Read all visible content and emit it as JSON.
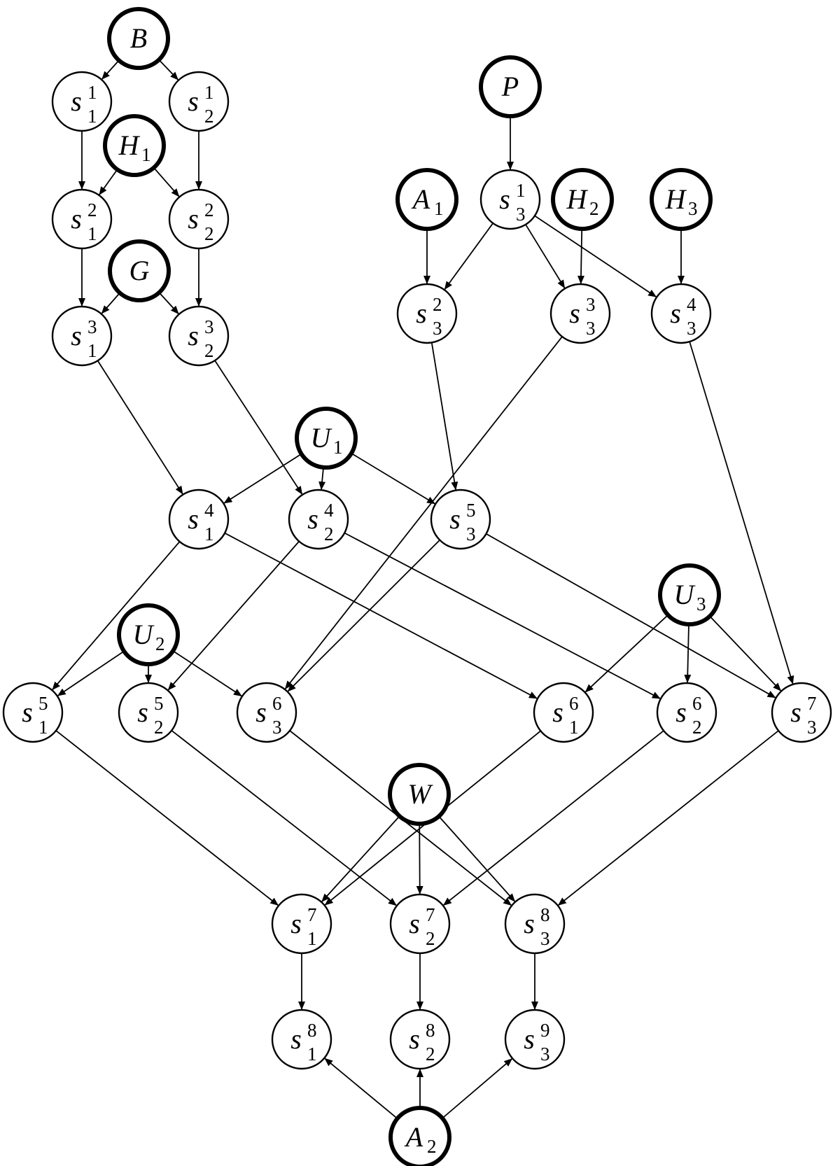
{
  "diagram": {
    "nodes": [
      {
        "id": "B",
        "base": "B",
        "sub": "",
        "sup": "",
        "kind": "input"
      },
      {
        "id": "H1",
        "base": "H",
        "sub": "1",
        "sup": "",
        "kind": "input"
      },
      {
        "id": "G",
        "base": "G",
        "sub": "",
        "sup": "",
        "kind": "input"
      },
      {
        "id": "P",
        "base": "P",
        "sub": "",
        "sup": "",
        "kind": "input"
      },
      {
        "id": "A1",
        "base": "A",
        "sub": "1",
        "sup": "",
        "kind": "input"
      },
      {
        "id": "H2",
        "base": "H",
        "sub": "2",
        "sup": "",
        "kind": "input"
      },
      {
        "id": "H3",
        "base": "H",
        "sub": "3",
        "sup": "",
        "kind": "input"
      },
      {
        "id": "U1",
        "base": "U",
        "sub": "1",
        "sup": "",
        "kind": "input"
      },
      {
        "id": "U2",
        "base": "U",
        "sub": "2",
        "sup": "",
        "kind": "input"
      },
      {
        "id": "U3",
        "base": "U",
        "sub": "3",
        "sup": "",
        "kind": "input"
      },
      {
        "id": "W",
        "base": "W",
        "sub": "",
        "sup": "",
        "kind": "input"
      },
      {
        "id": "A2",
        "base": "A",
        "sub": "2",
        "sup": "",
        "kind": "input"
      },
      {
        "id": "s1_1",
        "base": "s",
        "sub": "1",
        "sup": "1",
        "kind": "state"
      },
      {
        "id": "s2_1",
        "base": "s",
        "sub": "2",
        "sup": "1",
        "kind": "state"
      },
      {
        "id": "s1_2",
        "base": "s",
        "sub": "1",
        "sup": "2",
        "kind": "state"
      },
      {
        "id": "s2_2",
        "base": "s",
        "sub": "2",
        "sup": "2",
        "kind": "state"
      },
      {
        "id": "s1_3",
        "base": "s",
        "sub": "1",
        "sup": "3",
        "kind": "state"
      },
      {
        "id": "s2_3",
        "base": "s",
        "sub": "2",
        "sup": "3",
        "kind": "state"
      },
      {
        "id": "s3_1",
        "base": "s",
        "sub": "3",
        "sup": "1",
        "kind": "state"
      },
      {
        "id": "s3_2",
        "base": "s",
        "sub": "3",
        "sup": "2",
        "kind": "state"
      },
      {
        "id": "s3_3",
        "base": "s",
        "sub": "3",
        "sup": "3",
        "kind": "state"
      },
      {
        "id": "s3_4",
        "base": "s",
        "sub": "3",
        "sup": "4",
        "kind": "state"
      },
      {
        "id": "s1_4",
        "base": "s",
        "sub": "1",
        "sup": "4",
        "kind": "state"
      },
      {
        "id": "s2_4",
        "base": "s",
        "sub": "2",
        "sup": "4",
        "kind": "state"
      },
      {
        "id": "s3_5",
        "base": "s",
        "sub": "3",
        "sup": "5",
        "kind": "state"
      },
      {
        "id": "s1_5",
        "base": "s",
        "sub": "1",
        "sup": "5",
        "kind": "state"
      },
      {
        "id": "s2_5",
        "base": "s",
        "sub": "2",
        "sup": "5",
        "kind": "state"
      },
      {
        "id": "s3_6",
        "base": "s",
        "sub": "3",
        "sup": "6",
        "kind": "state"
      },
      {
        "id": "s1_6",
        "base": "s",
        "sub": "1",
        "sup": "6",
        "kind": "state"
      },
      {
        "id": "s2_6",
        "base": "s",
        "sub": "2",
        "sup": "6",
        "kind": "state"
      },
      {
        "id": "s3_7",
        "base": "s",
        "sub": "3",
        "sup": "7",
        "kind": "state"
      },
      {
        "id": "s1_7",
        "base": "s",
        "sub": "1",
        "sup": "7",
        "kind": "state"
      },
      {
        "id": "s2_7",
        "base": "s",
        "sub": "2",
        "sup": "7",
        "kind": "state"
      },
      {
        "id": "s3_8",
        "base": "s",
        "sub": "3",
        "sup": "8",
        "kind": "state"
      },
      {
        "id": "s1_8",
        "base": "s",
        "sub": "1",
        "sup": "8",
        "kind": "state"
      },
      {
        "id": "s2_8",
        "base": "s",
        "sub": "2",
        "sup": "8",
        "kind": "state"
      },
      {
        "id": "s3_9",
        "base": "s",
        "sub": "3",
        "sup": "9",
        "kind": "state"
      }
    ],
    "edges": [
      [
        "B",
        "s1_1"
      ],
      [
        "B",
        "s2_1"
      ],
      [
        "s1_1",
        "s1_2"
      ],
      [
        "s2_1",
        "s2_2"
      ],
      [
        "H1",
        "s1_2"
      ],
      [
        "H1",
        "s2_2"
      ],
      [
        "s1_2",
        "s1_3"
      ],
      [
        "s2_2",
        "s2_3"
      ],
      [
        "G",
        "s1_3"
      ],
      [
        "G",
        "s2_3"
      ],
      [
        "P",
        "s3_1"
      ],
      [
        "A1",
        "s3_2"
      ],
      [
        "s3_1",
        "s3_2"
      ],
      [
        "s3_1",
        "s3_3"
      ],
      [
        "H2",
        "s3_3"
      ],
      [
        "s3_1",
        "s3_4"
      ],
      [
        "H3",
        "s3_4"
      ],
      [
        "s1_3",
        "s1_4"
      ],
      [
        "U1",
        "s1_4"
      ],
      [
        "s2_3",
        "s2_4"
      ],
      [
        "U1",
        "s2_4"
      ],
      [
        "U1",
        "s3_5"
      ],
      [
        "s3_2",
        "s3_5"
      ],
      [
        "s1_4",
        "s1_5"
      ],
      [
        "U2",
        "s1_5"
      ],
      [
        "s2_4",
        "s2_5"
      ],
      [
        "U2",
        "s2_5"
      ],
      [
        "U2",
        "s3_6"
      ],
      [
        "s3_3",
        "s3_6"
      ],
      [
        "s3_5",
        "s3_6"
      ],
      [
        "s1_4",
        "s1_6"
      ],
      [
        "U3",
        "s1_6"
      ],
      [
        "s2_4",
        "s2_6"
      ],
      [
        "U3",
        "s2_6"
      ],
      [
        "s3_5",
        "s3_7"
      ],
      [
        "U3",
        "s3_7"
      ],
      [
        "s3_4",
        "s3_7"
      ],
      [
        "s1_5",
        "s1_7"
      ],
      [
        "s1_6",
        "s1_7"
      ],
      [
        "W",
        "s1_7"
      ],
      [
        "s2_5",
        "s2_7"
      ],
      [
        "s2_6",
        "s2_7"
      ],
      [
        "W",
        "s2_7"
      ],
      [
        "s3_6",
        "s3_8"
      ],
      [
        "s3_7",
        "s3_8"
      ],
      [
        "W",
        "s3_8"
      ],
      [
        "s1_7",
        "s1_8"
      ],
      [
        "s2_7",
        "s2_8"
      ],
      [
        "s3_8",
        "s3_9"
      ],
      [
        "A2",
        "s1_8"
      ],
      [
        "A2",
        "s2_8"
      ],
      [
        "A2",
        "s3_9"
      ]
    ]
  }
}
